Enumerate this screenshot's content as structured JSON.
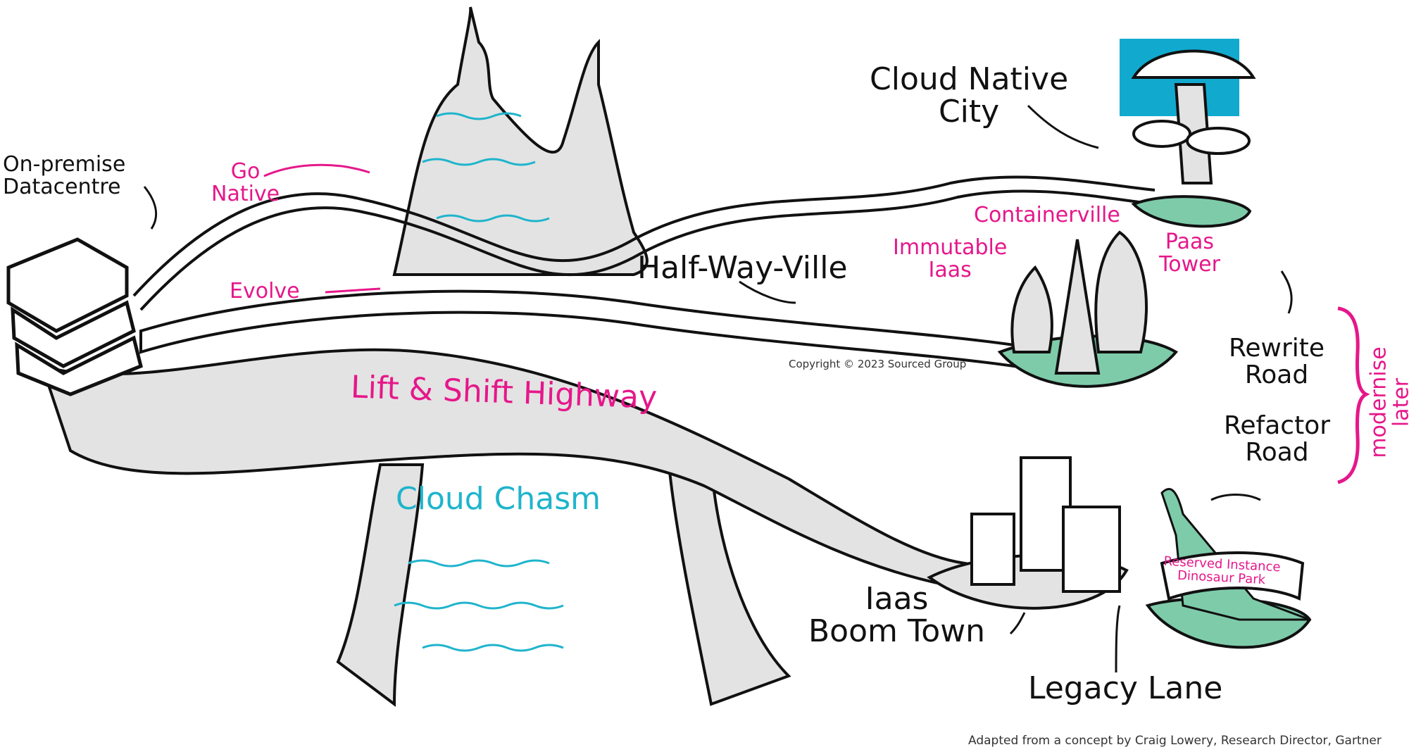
{
  "colors": {
    "ink": "#111111",
    "accent_magenta": "#e6178a",
    "water_cyan": "#1fb4cc",
    "land_green": "#7ecbaa",
    "road_grey": "#e3e3e3",
    "sky_blue": "#12a9cf"
  },
  "labels": {
    "datacentre": [
      "On-premise",
      "Datacentre"
    ],
    "go_native": [
      "Go",
      "Native"
    ],
    "evolve": "Evolve",
    "half_way_ville": "Half-Way-Ville",
    "cloud_native_city": [
      "Cloud Native",
      "City"
    ],
    "containerville": "Containerville",
    "immutable_iaas": [
      "Immutable",
      "Iaas"
    ],
    "paas_tower": [
      "Paas",
      "Tower"
    ],
    "lift_shift": "Lift & Shift Highway",
    "cloud_chasm": "Cloud Chasm",
    "rewrite_road": [
      "Rewrite",
      "Road"
    ],
    "refactor_road": [
      "Refactor",
      "Road"
    ],
    "modernise_later": [
      "modernise",
      "later"
    ],
    "iaas_boom_town": [
      "Iaas",
      "Boom Town"
    ],
    "legacy_lane": "Legacy Lane",
    "dinosaur_park": [
      "Reserved Instance",
      "Dinosaur Park"
    ]
  },
  "copyright": "Copyright © 2023 Sourced Group",
  "attribution": "Adapted from a concept by Craig Lowery, Research Director, Gartner"
}
